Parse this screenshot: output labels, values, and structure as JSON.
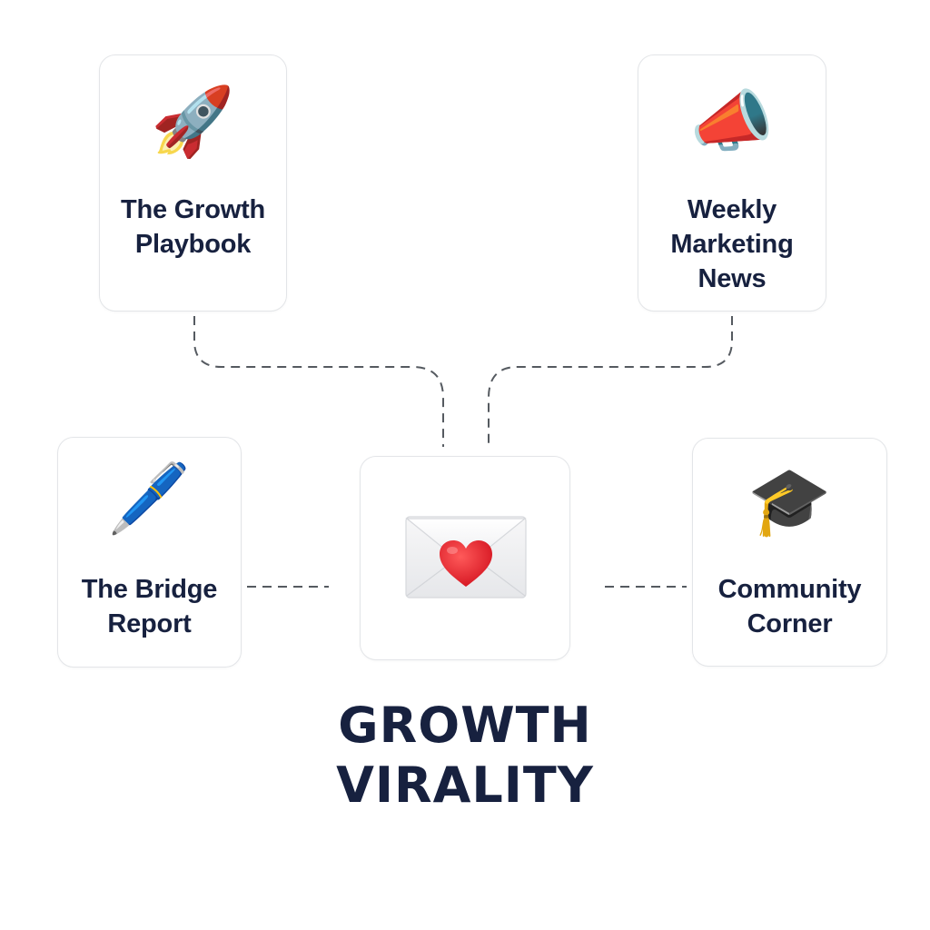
{
  "nodes": {
    "growth_playbook": {
      "label": "The Growth\nPlaybook",
      "icon": "rocket-icon",
      "glyph": "🚀"
    },
    "weekly_news": {
      "label": "Weekly\nMarketing\nNews",
      "icon": "megaphone-icon",
      "glyph": "📣"
    },
    "bridge_report": {
      "label": "The Bridge\nReport",
      "icon": "pencil-icon",
      "glyph": "🖊️"
    },
    "community": {
      "label": "Community\nCorner",
      "icon": "graduation-cap-icon",
      "glyph": "🎓"
    },
    "center": {
      "icon": "love-letter-icon"
    }
  },
  "title": {
    "line1": "GROWTH",
    "line2": "VIRALITY"
  },
  "colors": {
    "text": "#17213f",
    "card_border": "#e3e5e8",
    "connector": "#555a60",
    "heart": "#e8202a"
  }
}
